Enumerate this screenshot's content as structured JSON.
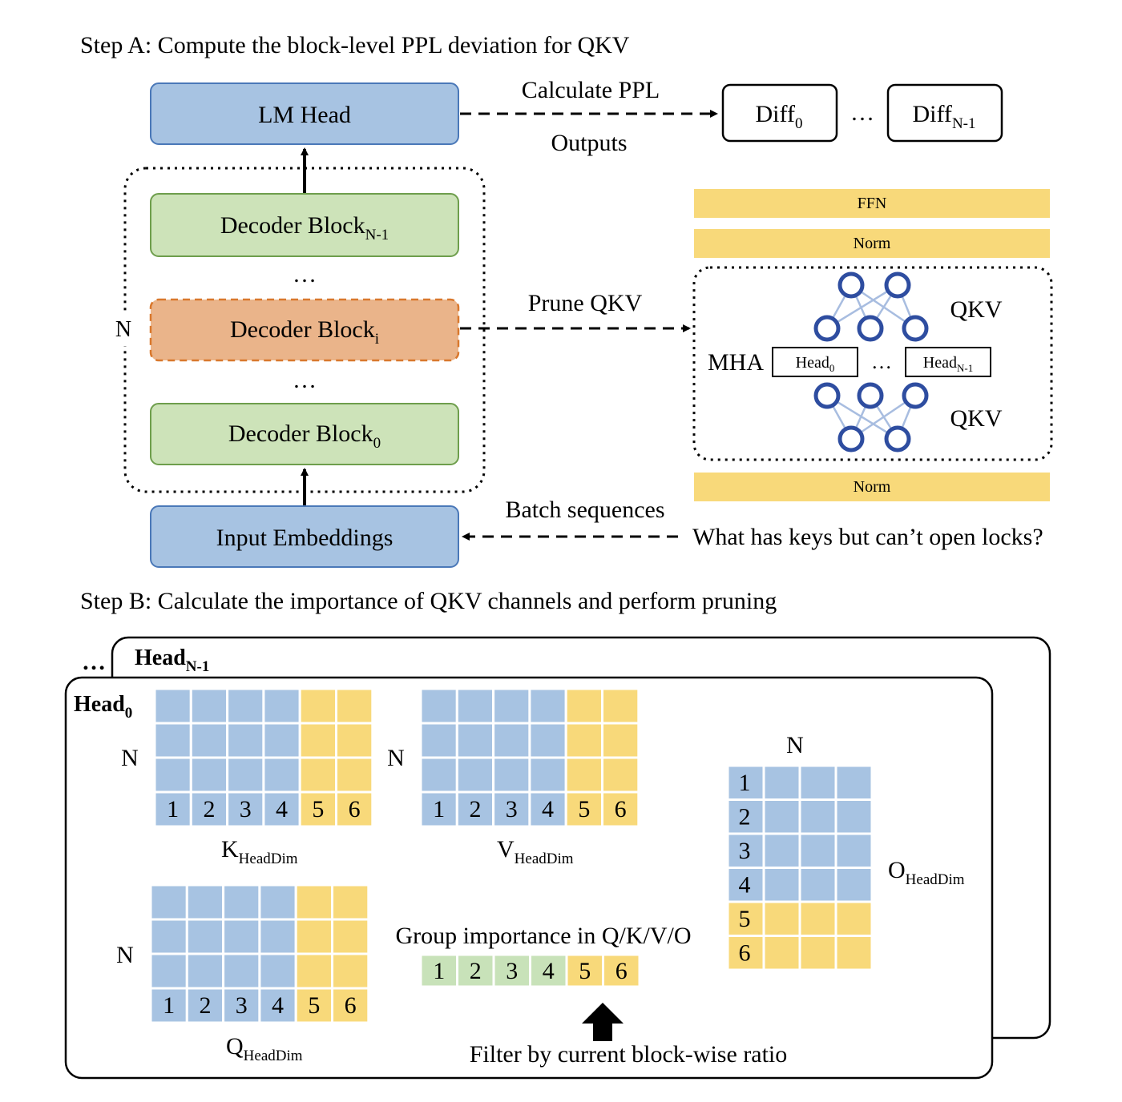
{
  "step_a": {
    "title": "Step A: Compute the block-level PPL deviation for QKV",
    "lm_head": "LM Head",
    "calc_ppl": "Calculate PPL",
    "outputs": "Outputs",
    "diff0": {
      "base": "Diff",
      "sub": "0"
    },
    "diff_ellipsis": "…",
    "diffN": {
      "base": "Diff",
      "sub": "N-1"
    },
    "decoder_top": {
      "base": "Decoder Block",
      "sub": "N-1"
    },
    "decoder_mid": {
      "base": "Decoder Block",
      "sub": "i"
    },
    "decoder_bottom": {
      "base": "Decoder Block",
      "sub": "0"
    },
    "ellipsis_upper": "…",
    "ellipsis_lower": "…",
    "n_label": "N",
    "prune_qkv": "Prune QKV",
    "input_embeddings": "Input Embeddings",
    "batch_sequences": "Batch sequences",
    "question": "What has keys but can’t open locks?",
    "block_detail": {
      "ffn": "FFN",
      "norm_top": "Norm",
      "norm_bottom": "Norm",
      "mha": "MHA",
      "qkv_top": "QKV",
      "qkv_bottom": "QKV",
      "head0": {
        "base": "Head",
        "sub": "0"
      },
      "head_ellipsis": "…",
      "headN": {
        "base": "Head",
        "sub": "N-1"
      }
    }
  },
  "step_b": {
    "title": "Step B: Calculate the importance of QKV channels and perform pruning",
    "ellipsis": "…",
    "headN": {
      "base": "Head",
      "sub": "N-1"
    },
    "head0": {
      "base": "Head",
      "sub": "0"
    },
    "k_matrix": {
      "row_label": "N",
      "cols": [
        "1",
        "2",
        "3",
        "4",
        "5",
        "6"
      ],
      "caption_base": "K",
      "caption_sub": "HeadDim"
    },
    "v_matrix": {
      "row_label": "N",
      "cols": [
        "1",
        "2",
        "3",
        "4",
        "5",
        "6"
      ],
      "caption_base": "V",
      "caption_sub": "HeadDim"
    },
    "q_matrix": {
      "row_label": "N",
      "cols": [
        "1",
        "2",
        "3",
        "4",
        "5",
        "6"
      ],
      "caption_base": "Q",
      "caption_sub": "HeadDim"
    },
    "o_matrix": {
      "col_label": "N",
      "rows": [
        "1",
        "2",
        "3",
        "4",
        "5",
        "6"
      ],
      "caption_base": "O",
      "caption_sub": "HeadDim"
    },
    "group_importance": {
      "title": "Group importance in Q/K/V/O",
      "cells": [
        "1",
        "2",
        "3",
        "4",
        "5",
        "6"
      ]
    },
    "filter_label": "Filter by current block-wise ratio"
  },
  "colors": {
    "blue_fill": "#a7c3e2",
    "blue_stroke": "#4a78b8",
    "green_fill": "#cde3b9",
    "green_stroke": "#6e9e4c",
    "orange_fill": "#eab48a",
    "orange_stroke": "#d9782d",
    "yellow": "#f8d97a",
    "light_green": "#c8e2b9",
    "node_stroke": "#2e4da0",
    "edge": "#a8bde0"
  }
}
